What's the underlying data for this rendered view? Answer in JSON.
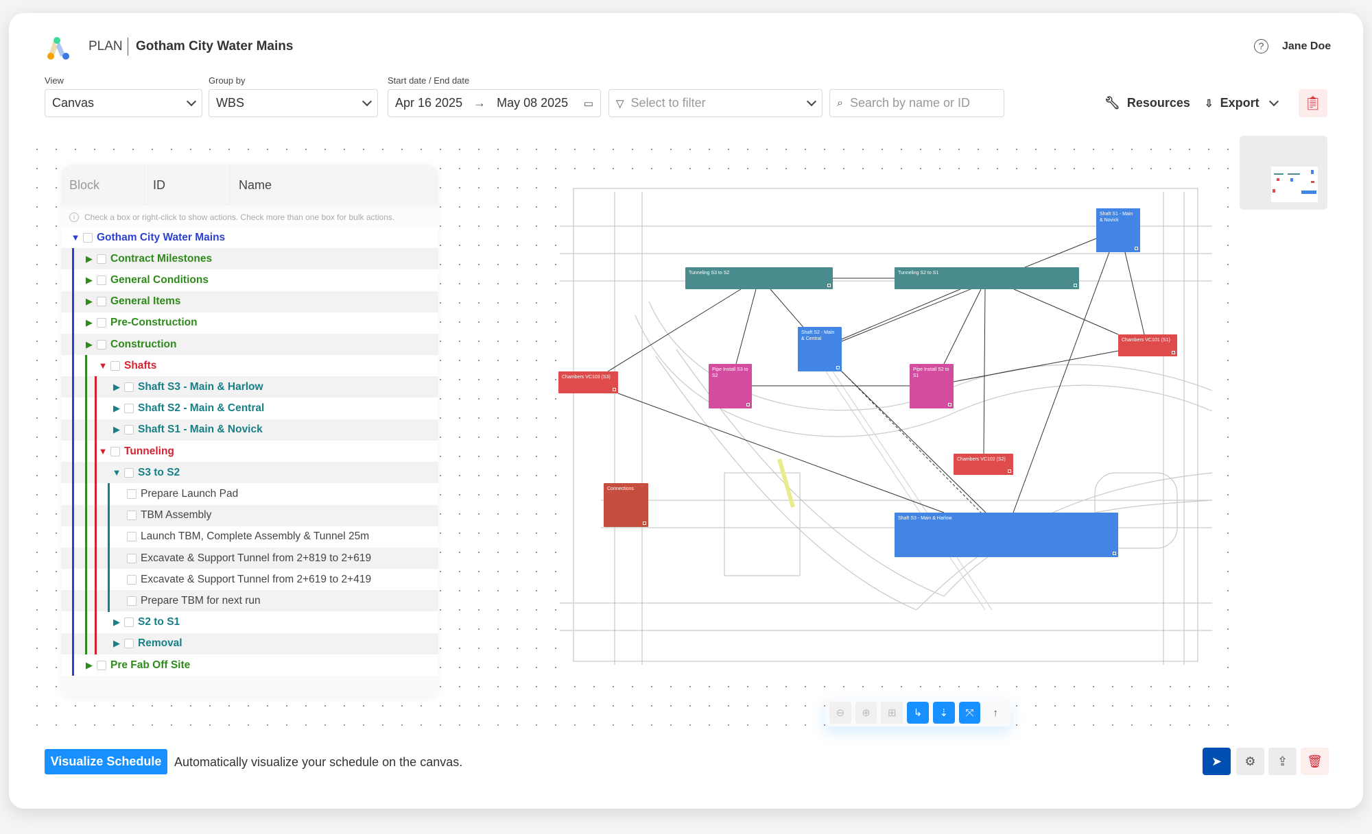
{
  "header": {
    "app": "PLAN",
    "project": "Gotham City Water Mains",
    "help_icon": "question-circle-icon",
    "user": "Jane Doe"
  },
  "toolbar": {
    "view_label": "View",
    "view_value": "Canvas",
    "group_label": "Group by",
    "group_value": "WBS",
    "date_label": "Start date / End date",
    "start_date": "Apr 16 2025",
    "end_date": "May 08 2025",
    "filter_placeholder": "Select to filter",
    "search_placeholder": "Search by name or ID",
    "resources": "Resources",
    "export": "Export"
  },
  "tree": {
    "columns": [
      "Block",
      "ID",
      "Name"
    ],
    "info": "Check a box or right-click to show actions. Check more than one box for bulk actions.",
    "colors": {
      "blue": "#2b3fd1",
      "green": "#2f8a1c",
      "red": "#d4202f",
      "teal": "#177f86",
      "gray": "#444444"
    },
    "rows": [
      {
        "label": "Gotham City Water Mains",
        "level": 0,
        "caret": "down",
        "color": "blue"
      },
      {
        "label": "Contract Milestones",
        "level": 1,
        "caret": "right",
        "color": "green"
      },
      {
        "label": "General Conditions",
        "level": 1,
        "caret": "right",
        "color": "green"
      },
      {
        "label": "General Items",
        "level": 1,
        "caret": "right",
        "color": "green"
      },
      {
        "label": "Pre-Construction",
        "level": 1,
        "caret": "right",
        "color": "green"
      },
      {
        "label": "Construction",
        "level": 1,
        "caret": "right",
        "color": "green"
      },
      {
        "label": "Shafts",
        "level": 2,
        "caret": "down",
        "color": "red"
      },
      {
        "label": "Shaft S3 - Main & Harlow",
        "level": 3,
        "caret": "right",
        "color": "teal"
      },
      {
        "label": "Shaft S2 - Main & Central",
        "level": 3,
        "caret": "right",
        "color": "teal"
      },
      {
        "label": "Shaft S1 - Main & Novick",
        "level": 3,
        "caret": "right",
        "color": "teal"
      },
      {
        "label": "Tunneling",
        "level": 2,
        "caret": "down",
        "color": "red"
      },
      {
        "label": "S3 to S2",
        "level": 3,
        "caret": "down",
        "color": "teal"
      },
      {
        "label": "Prepare Launch Pad",
        "level": 4,
        "caret": "none",
        "color": "gray"
      },
      {
        "label": "TBM Assembly",
        "level": 4,
        "caret": "none",
        "color": "gray"
      },
      {
        "label": "Launch TBM, Complete Assembly & Tunnel 25m",
        "level": 4,
        "caret": "none",
        "color": "gray"
      },
      {
        "label": "Excavate & Support Tunnel from 2+819 to 2+619",
        "level": 4,
        "caret": "none",
        "color": "gray"
      },
      {
        "label": "Excavate & Support Tunnel from 2+619 to 2+419",
        "level": 4,
        "caret": "none",
        "color": "gray"
      },
      {
        "label": "Prepare TBM for next run",
        "level": 4,
        "caret": "none",
        "color": "gray"
      },
      {
        "label": "S2 to S1",
        "level": 3,
        "caret": "right",
        "color": "teal"
      },
      {
        "label": "Removal",
        "level": 3,
        "caret": "right",
        "color": "teal"
      },
      {
        "label": "Pre Fab Off Site",
        "level": 1,
        "caret": "right",
        "color": "green"
      }
    ]
  },
  "canvas": {
    "node_colors": {
      "shaft": "#4285e4",
      "tunnel": "#4a8b8d",
      "pipe": "#d44c9f",
      "chamber": "#df4a4a",
      "connections": "#c64e3f"
    },
    "nodes": [
      {
        "label": "Shaft S1 - Main & Novick",
        "type": "shaft"
      },
      {
        "label": "Tunneling S3 to S2",
        "type": "tunnel"
      },
      {
        "label": "Tunneling S2 to S1",
        "type": "tunnel"
      },
      {
        "label": "Shaft S2 - Main & Central",
        "type": "shaft"
      },
      {
        "label": "Chambers VC101 (S1)",
        "type": "chamber"
      },
      {
        "label": "Chambers VC103 (S3)",
        "type": "chamber"
      },
      {
        "label": "Pipe Install S3 to S2",
        "type": "pipe"
      },
      {
        "label": "Pipe Install S2 to S1",
        "type": "pipe"
      },
      {
        "label": "Chambers VC102 (S2)",
        "type": "chamber"
      },
      {
        "label": "Connections",
        "type": "connections"
      },
      {
        "label": "Shaft S3 - Main & Harlow",
        "type": "shaft"
      }
    ]
  },
  "footer": {
    "visualize": "Visualize Schedule",
    "visualize_desc": "Automatically visualize your schedule on the canvas."
  }
}
